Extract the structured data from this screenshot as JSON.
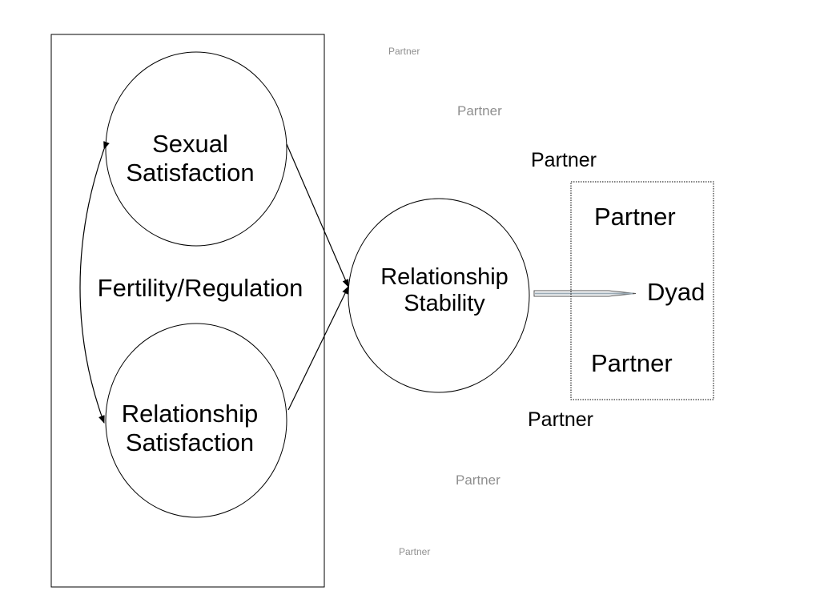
{
  "nodes": {
    "sexual_satisfaction": {
      "line1": "Sexual",
      "line2": "Satisfaction"
    },
    "relationship_satisfaction": {
      "line1": "Relationship",
      "line2": "Satisfaction"
    },
    "relationship_stability": {
      "line1": "Relationship",
      "line2": "Stability"
    }
  },
  "group_label": "Fertility/Regulation",
  "dyad": {
    "label": "Dyad",
    "partner_top": "Partner",
    "partner_bottom": "Partner"
  },
  "fading_partners": {
    "top_1": "Partner",
    "top_2": "Partner",
    "top_3": "Partner",
    "bottom_1": "Partner",
    "bottom_2": "Partner",
    "bottom_3": "Partner"
  }
}
